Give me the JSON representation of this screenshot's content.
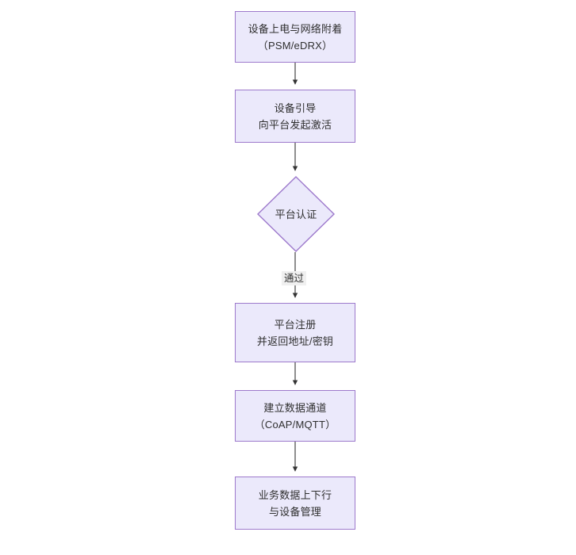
{
  "diagram": {
    "type": "flowchart",
    "orientation": "top-to-bottom",
    "colors": {
      "node_fill": "#ebe9fb",
      "node_border": "#9d79cc",
      "text": "#2f2f2f",
      "connector": "#333333",
      "edge_label_bg": "#f0f0f0",
      "background": "#ffffff"
    },
    "nodes": [
      {
        "id": "power-on",
        "shape": "process",
        "line1": "设备上电与网络附着",
        "line2": "（PSM/eDRX）"
      },
      {
        "id": "bootstrap",
        "shape": "process",
        "line1": "设备引导",
        "line2": "向平台发起激活"
      },
      {
        "id": "platform-auth",
        "shape": "decision",
        "line1": "平台认证",
        "line2": ""
      },
      {
        "id": "platform-register",
        "shape": "process",
        "line1": "平台注册",
        "line2": "并返回地址/密钥"
      },
      {
        "id": "data-channel",
        "shape": "process",
        "line1": "建立数据通道",
        "line2": "（CoAP/MQTT）"
      },
      {
        "id": "business-data",
        "shape": "process",
        "line1": "业务数据上下行",
        "line2": "与设备管理"
      }
    ],
    "edges": [
      {
        "from": "power-on",
        "to": "bootstrap",
        "label": ""
      },
      {
        "from": "bootstrap",
        "to": "platform-auth",
        "label": ""
      },
      {
        "from": "platform-auth",
        "to": "platform-register",
        "label": "通过"
      },
      {
        "from": "platform-register",
        "to": "data-channel",
        "label": ""
      },
      {
        "from": "data-channel",
        "to": "business-data",
        "label": ""
      }
    ]
  }
}
